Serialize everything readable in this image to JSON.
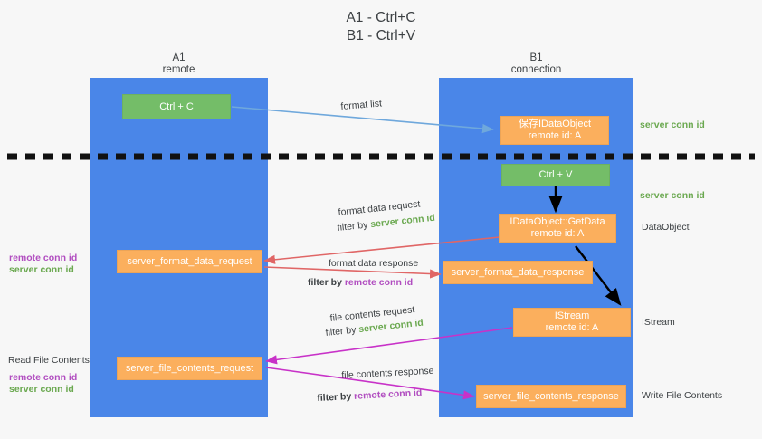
{
  "title": "A1 - Ctrl+C\nB1 - Ctrl+V",
  "colors": {
    "lane": "#4a86e8",
    "green_box": "#74bd68",
    "orange_box": "#fbaf5d",
    "server_conn_id": "#6aa84f",
    "remote_conn_id": "#b14ec0",
    "format_list_arrow": "#6fa8dc",
    "format_data_arrow": "#e06666",
    "file_contents_arrow": "#c832c8",
    "internal_arrow": "#000000",
    "divider": "#000000",
    "background": "#f7f7f7"
  },
  "lanes": [
    {
      "name": "A1",
      "sub": "remote"
    },
    {
      "name": "B1",
      "sub": "connection"
    }
  ],
  "boxes": {
    "ctrl_c": {
      "label": "Ctrl + C",
      "kind": "green"
    },
    "ctrl_v": {
      "label": "Ctrl + V",
      "kind": "green"
    },
    "save_idataobject": {
      "line1": "保存IDataObject",
      "line2": "remote id: A",
      "kind": "orange"
    },
    "getdata": {
      "line1": "IDataObject::GetData",
      "line2": "remote id: A",
      "kind": "orange"
    },
    "istream": {
      "line1": "IStream",
      "line2": "remote id: A",
      "kind": "orange"
    },
    "server_format_data_request": {
      "label": "server_format_data_request",
      "kind": "orange"
    },
    "server_format_data_response": {
      "label": "server_format_data_response",
      "kind": "orange"
    },
    "server_file_contents_request": {
      "label": "server_file_contents_request",
      "kind": "orange"
    },
    "server_file_contents_response": {
      "label": "server_file_contents_response",
      "kind": "orange"
    }
  },
  "right_labels": {
    "server_conn_id_top": "server conn id",
    "server_conn_id_mid": "server conn id",
    "dataobject": "DataObject",
    "istream": "IStream",
    "write_file_contents": "Write File Contents"
  },
  "left_labels": {
    "remote_conn_id_1": "remote conn id",
    "server_conn_id_1": "server conn id",
    "read_file_contents": "Read File Contents",
    "remote_conn_id_2": "remote conn id",
    "server_conn_id_2": "server conn id"
  },
  "edges": {
    "format_list": {
      "label": "format list"
    },
    "format_data_request": {
      "label": "format data request",
      "filter_prefix": "filter by ",
      "filter_key": "server conn id"
    },
    "format_data_response": {
      "label": "format data response",
      "filter_prefix": "filter by ",
      "filter_key": "remote conn id"
    },
    "file_contents_request": {
      "label": "file contents request",
      "filter_prefix": "filter by ",
      "filter_key": "server conn id"
    },
    "file_contents_response": {
      "label": "file contents response",
      "filter_prefix": "filter by ",
      "filter_key": "remote conn id"
    }
  }
}
